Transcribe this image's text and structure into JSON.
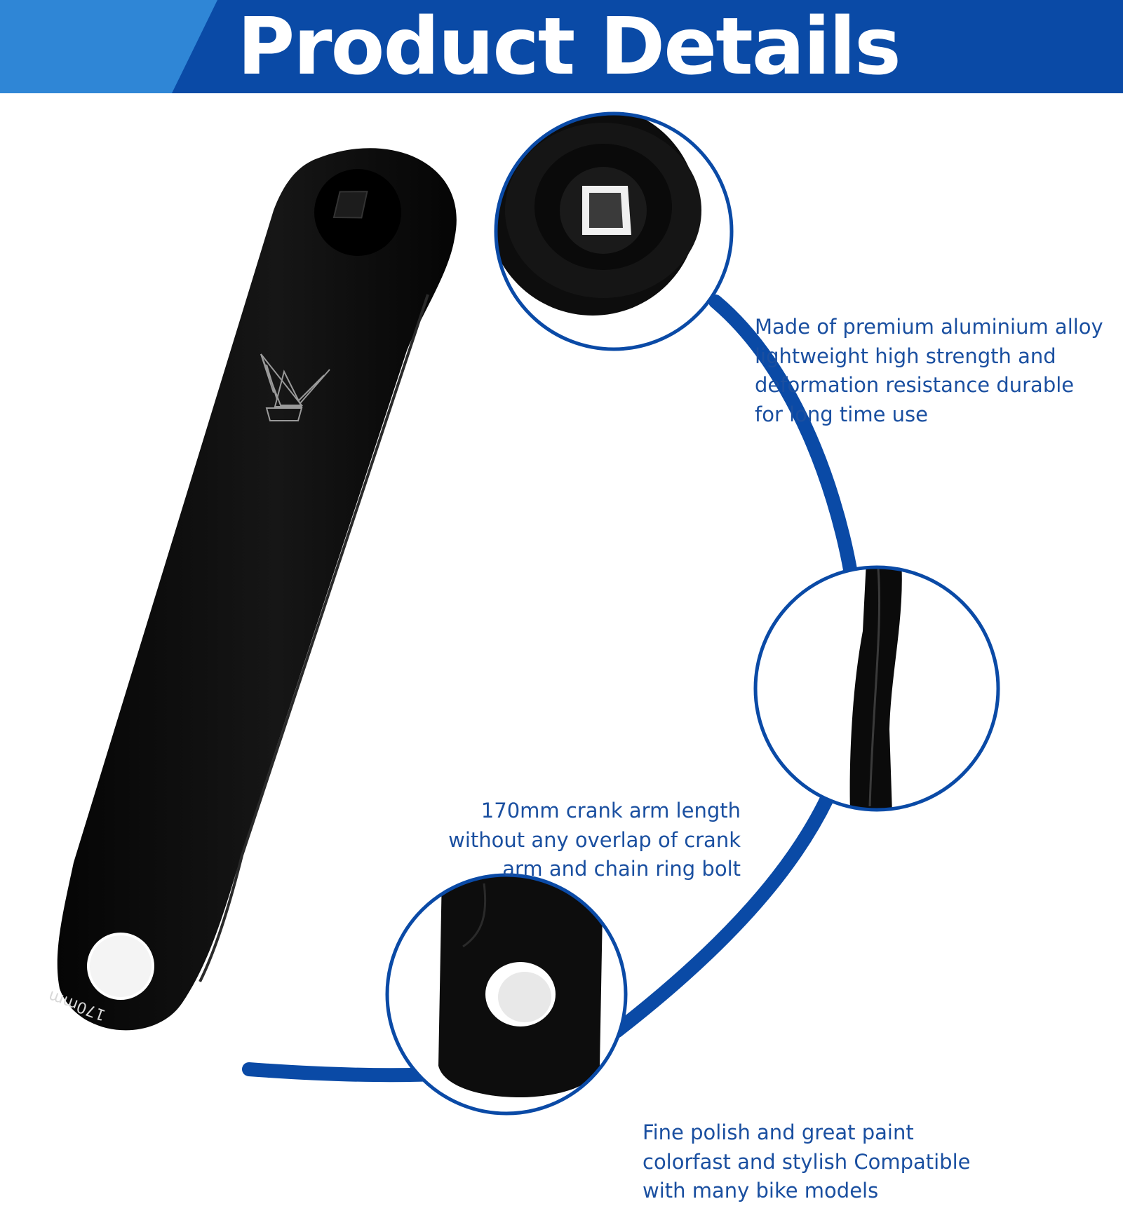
{
  "banner": {
    "title": "Product Details",
    "color_dark": "#0a4aa6",
    "color_light": "#2f86d6"
  },
  "product": {
    "arm_engraving": "170mm",
    "brand_logo_icon": "winged-a-logo-icon"
  },
  "callouts": [
    {
      "lines": [
        "Made of premium aluminium alloy",
        "lightweight high strength and",
        "deformation resistance durable",
        "for long time use"
      ]
    },
    {
      "lines": [
        "170mm crank arm length",
        "without any overlap of crank",
        "arm and chain ring bolt"
      ]
    },
    {
      "lines": [
        "Fine polish and great paint",
        "colorfast and stylish Compatible",
        "with many bike models"
      ]
    }
  ],
  "colors": {
    "accent": "#0a4aa6",
    "text": "#1a4fa0",
    "product": "#0b0b0b"
  }
}
